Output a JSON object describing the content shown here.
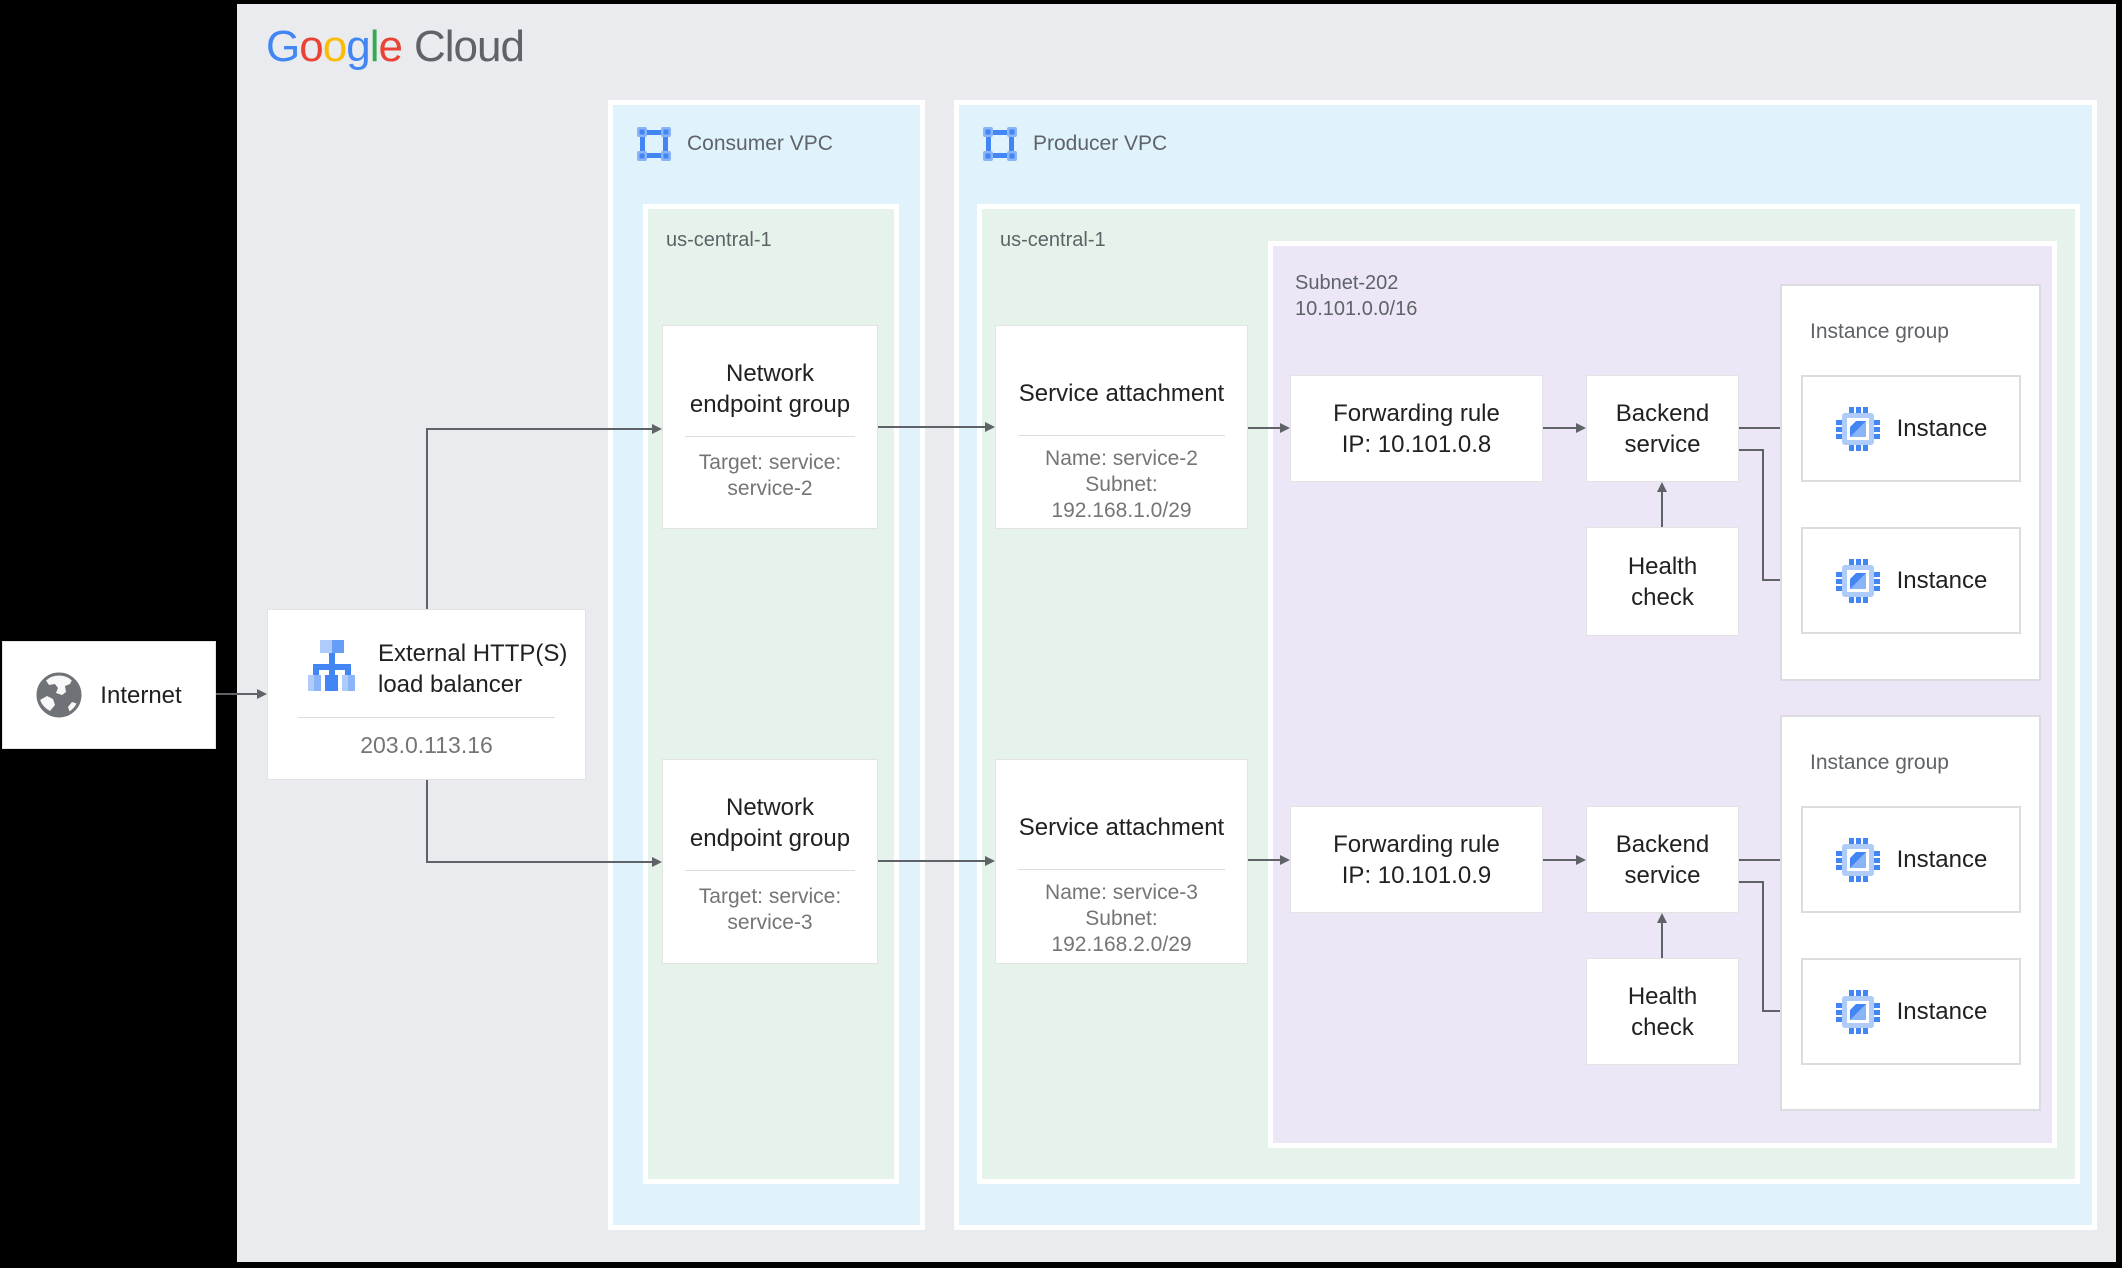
{
  "brand_colors": {
    "blue": "#4285F4",
    "red": "#EA4335",
    "yellow": "#FBBC05",
    "green": "#34A853",
    "gray": "#5F6368"
  },
  "logo": {
    "letters": [
      "G",
      "o",
      "o",
      "g",
      "l",
      "e"
    ],
    "cloud": "Cloud"
  },
  "internet": {
    "label": "Internet"
  },
  "load_balancer": {
    "title_line1": "External HTTP(S)",
    "title_line2": "load balancer",
    "ip": "203.0.113.16"
  },
  "consumer_vpc": {
    "label": "Consumer VPC",
    "region": "us-central-1",
    "negs": [
      {
        "line1": "Network",
        "line2": "endpoint group",
        "target1": "Target: service:",
        "target2": "service-2"
      },
      {
        "line1": "Network",
        "line2": "endpoint group",
        "target1": "Target: service:",
        "target2": "service-3"
      }
    ]
  },
  "producer_vpc": {
    "label": "Producer VPC",
    "region": "us-central-1",
    "service_attachments": [
      {
        "title": "Service attachment",
        "name": "Name: service-2",
        "subnet1": "Subnet:",
        "subnet2": "192.168.1.0/29"
      },
      {
        "title": "Service attachment",
        "name": "Name: service-3",
        "subnet1": "Subnet:",
        "subnet2": "192.168.2.0/29"
      }
    ],
    "subnet": {
      "label_line1": "Subnet-202",
      "label_line2": "10.101.0.0/16",
      "forwarding_rules": [
        {
          "line1": "Forwarding rule",
          "line2": "IP: 10.101.0.8"
        },
        {
          "line1": "Forwarding rule",
          "line2": "IP: 10.101.0.9"
        }
      ],
      "backend_services": [
        {
          "label": "Backend service"
        },
        {
          "label": "Backend service"
        }
      ],
      "health_checks": [
        {
          "label": "Health check"
        },
        {
          "label": "Health check"
        }
      ],
      "instance_groups": [
        {
          "label": "Instance group",
          "instances": [
            {
              "label": "Instance"
            },
            {
              "label": "Instance"
            }
          ]
        },
        {
          "label": "Instance group",
          "instances": [
            {
              "label": "Instance"
            },
            {
              "label": "Instance"
            }
          ]
        }
      ]
    }
  }
}
